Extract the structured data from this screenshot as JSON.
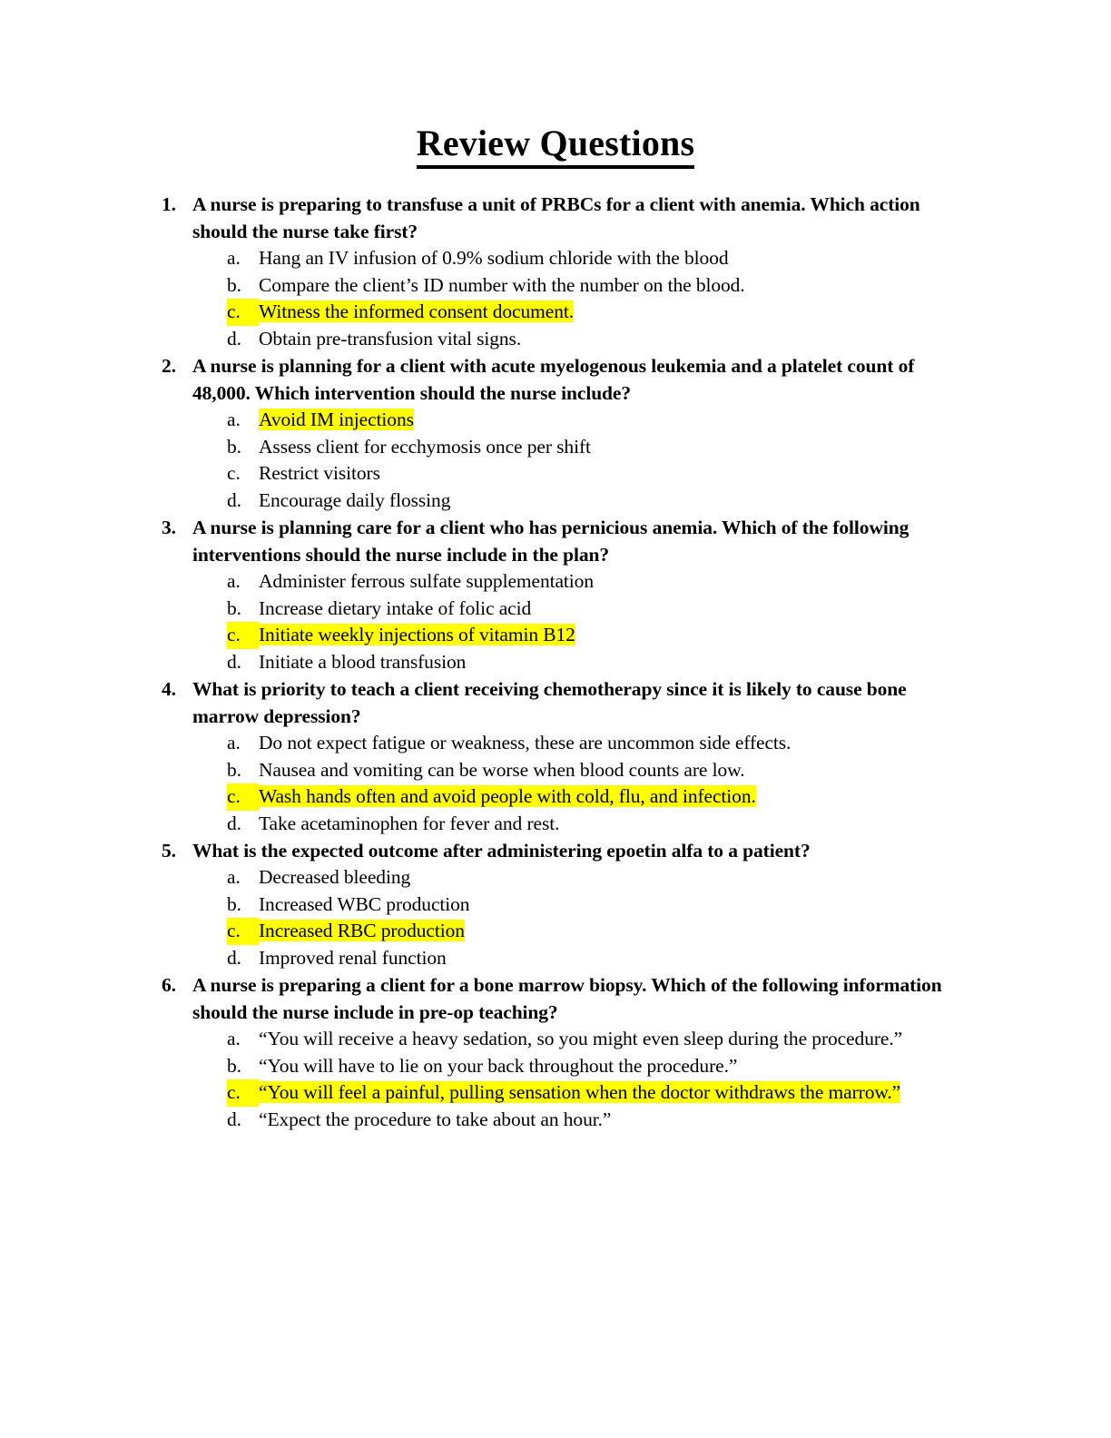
{
  "document": {
    "title": "Review Questions",
    "highlight_color": "#ffff00",
    "text_color": "#000000",
    "background_color": "#ffffff"
  },
  "questions": [
    {
      "number": "1.",
      "text": "A nurse is preparing to transfuse a unit of PRBCs for a client with anemia. Which action should the nurse take first?",
      "options": [
        {
          "letter": "a.",
          "text": "Hang an IV infusion of 0.9% sodium chloride with the blood",
          "highlight": "none"
        },
        {
          "letter": "b.",
          "text": "Compare the client’s ID number with the number on the blood.",
          "highlight": "none"
        },
        {
          "letter": "c.",
          "text": "Witness the informed consent document.",
          "highlight": "full"
        },
        {
          "letter": "d.",
          "text": "Obtain pre-transfusion vital signs.",
          "highlight": "none"
        }
      ]
    },
    {
      "number": "2.",
      "text": "A nurse is planning for a client with acute myelogenous leukemia and a platelet count of 48,000. Which intervention should the nurse include?",
      "options": [
        {
          "letter": "a.",
          "text": "Avoid IM injections",
          "highlight": "text"
        },
        {
          "letter": "b.",
          "text": "Assess client for ecchymosis once per shift",
          "highlight": "none"
        },
        {
          "letter": "c.",
          "text": "Restrict visitors",
          "highlight": "none"
        },
        {
          "letter": "d.",
          "text": "Encourage daily flossing",
          "highlight": "none"
        }
      ]
    },
    {
      "number": "3.",
      "text": "A nurse is planning care for a client who has pernicious anemia. Which of the following interventions should the nurse include in the plan?",
      "options": [
        {
          "letter": "a.",
          "text": "Administer ferrous sulfate supplementation",
          "highlight": "none"
        },
        {
          "letter": "b.",
          "text": "Increase dietary intake of folic acid",
          "highlight": "none"
        },
        {
          "letter": "c.",
          "text": "Initiate weekly injections of vitamin B12",
          "highlight": "full"
        },
        {
          "letter": "d.",
          "text": "Initiate a blood transfusion",
          "highlight": "none"
        }
      ]
    },
    {
      "number": "4.",
      "text": "What is priority to teach a client receiving chemotherapy since it is likely to cause bone marrow depression?",
      "options": [
        {
          "letter": "a.",
          "text": "Do not expect fatigue or weakness, these are uncommon side effects.",
          "highlight": "none"
        },
        {
          "letter": "b.",
          "text": "Nausea and vomiting can be worse when blood counts are low.",
          "highlight": "none"
        },
        {
          "letter": "c.",
          "text": "Wash hands often and avoid people with cold, flu, and infection.",
          "highlight": "full"
        },
        {
          "letter": "d.",
          "text": "Take acetaminophen for fever and rest.",
          "highlight": "none"
        }
      ]
    },
    {
      "number": "5.",
      "text": "What is the expected outcome after administering epoetin alfa to a patient?",
      "options": [
        {
          "letter": "a.",
          "text": "Decreased bleeding",
          "highlight": "none"
        },
        {
          "letter": "b.",
          "text": "Increased WBC production",
          "highlight": "none"
        },
        {
          "letter": "c.",
          "text": "Increased RBC production",
          "highlight": "full"
        },
        {
          "letter": "d.",
          "text": "Improved renal function",
          "highlight": "none"
        }
      ]
    },
    {
      "number": "6.",
      "text": "A nurse is preparing a client for a bone marrow biopsy. Which of the following information should the nurse include in pre-op teaching?",
      "options": [
        {
          "letter": "a.",
          "text": "“You will receive a heavy sedation, so you might even sleep during the procedure.”",
          "highlight": "none"
        },
        {
          "letter": "b.",
          "text": "“You will have to lie on your back throughout the procedure.”",
          "highlight": "none"
        },
        {
          "letter": "c.",
          "text": "“You will feel a painful, pulling sensation when the doctor withdraws the marrow.”",
          "highlight": "full"
        },
        {
          "letter": "d.",
          "text": "“Expect the procedure to take about an hour.”",
          "highlight": "none"
        }
      ]
    }
  ]
}
